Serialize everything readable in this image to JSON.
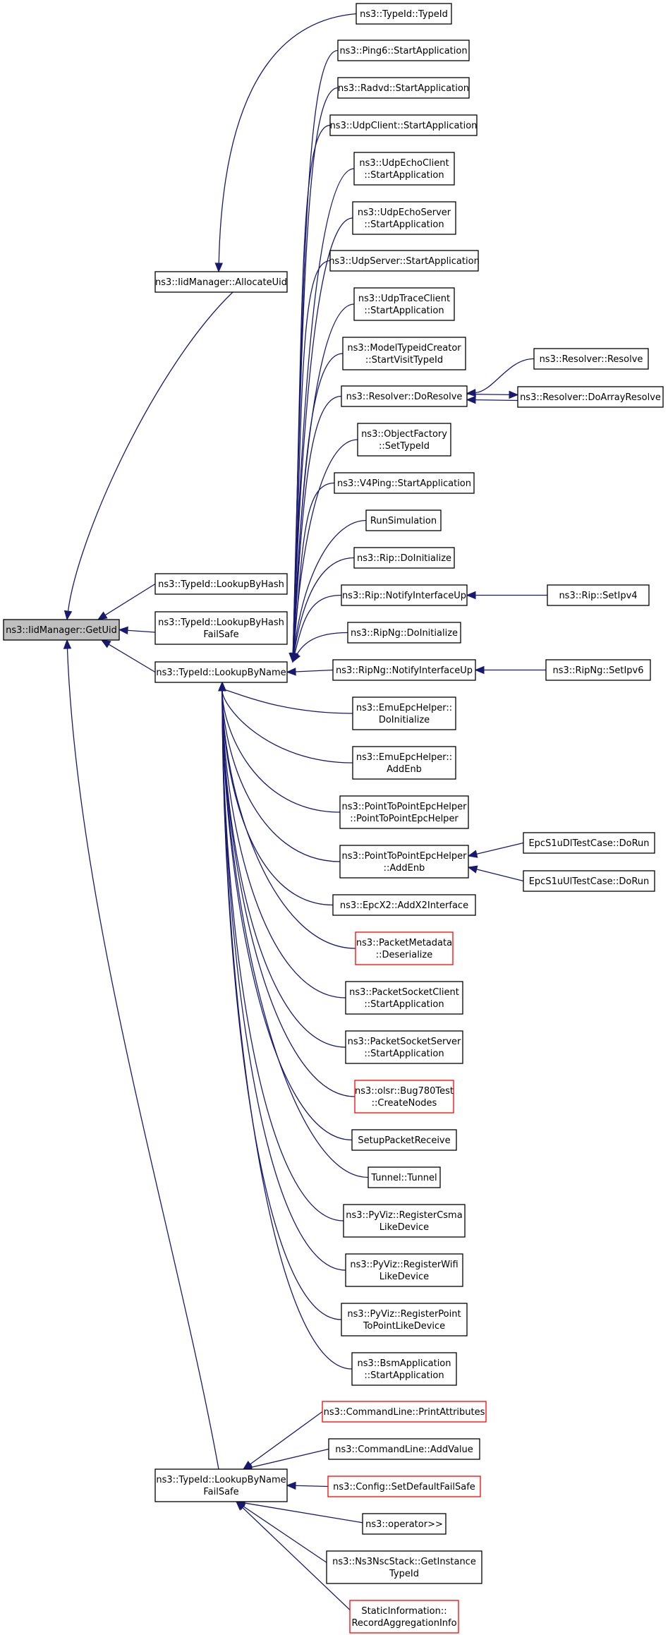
{
  "colors": {
    "edge": "#191970",
    "root_fill": "#bfbfbf",
    "highlight_border": "#ff0000"
  },
  "nodes": [
    {
      "id": "getuid",
      "lines": [
        "ns3::IidManager::GetUid"
      ],
      "root": true
    },
    {
      "id": "allocateuid",
      "lines": [
        "ns3::IidManager::AllocateUid"
      ]
    },
    {
      "id": "lookupbyhash",
      "lines": [
        "ns3::TypeId::LookupByHash"
      ]
    },
    {
      "id": "lookupbyhashfailsafe",
      "lines": [
        "ns3::TypeId::LookupByHash",
        "FailSafe"
      ]
    },
    {
      "id": "lookupbyname",
      "lines": [
        "ns3::TypeId::LookupByName"
      ]
    },
    {
      "id": "lookupbynamefailsafe",
      "lines": [
        "ns3::TypeId::LookupByName",
        "FailSafe"
      ]
    },
    {
      "id": "typeid_typeid",
      "lines": [
        "ns3::TypeId::TypeId"
      ]
    },
    {
      "id": "ping6",
      "lines": [
        "ns3::Ping6::StartApplication"
      ]
    },
    {
      "id": "radvd",
      "lines": [
        "ns3::Radvd::StartApplication"
      ]
    },
    {
      "id": "udpclient",
      "lines": [
        "ns3::UdpClient::StartApplication"
      ]
    },
    {
      "id": "udpechoclient",
      "lines": [
        "ns3::UdpEchoClient",
        "::StartApplication"
      ]
    },
    {
      "id": "udpechoserver",
      "lines": [
        "ns3::UdpEchoServer",
        "::StartApplication"
      ]
    },
    {
      "id": "udpserver",
      "lines": [
        "ns3::UdpServer::StartApplication"
      ]
    },
    {
      "id": "udptraceclient",
      "lines": [
        "ns3::UdpTraceClient",
        "::StartApplication"
      ]
    },
    {
      "id": "modeltypeid",
      "lines": [
        "ns3::ModelTypeidCreator",
        "::StartVisitTypeId"
      ]
    },
    {
      "id": "resolver_doresolve",
      "lines": [
        "ns3::Resolver::DoResolve"
      ]
    },
    {
      "id": "objectfactory",
      "lines": [
        "ns3::ObjectFactory",
        "::SetTypeId"
      ]
    },
    {
      "id": "v4ping",
      "lines": [
        "ns3::V4Ping::StartApplication"
      ]
    },
    {
      "id": "runsimulation",
      "lines": [
        "RunSimulation"
      ]
    },
    {
      "id": "rip_doinit",
      "lines": [
        "ns3::Rip::DoInitialize"
      ]
    },
    {
      "id": "rip_notify",
      "lines": [
        "ns3::Rip::NotifyInterfaceUp"
      ]
    },
    {
      "id": "ripng_doinit",
      "lines": [
        "ns3::RipNg::DoInitialize"
      ]
    },
    {
      "id": "ripng_notify",
      "lines": [
        "ns3::RipNg::NotifyInterfaceUp"
      ]
    },
    {
      "id": "emu_doinit",
      "lines": [
        "ns3::EmuEpcHelper::",
        "DoInitialize"
      ]
    },
    {
      "id": "emu_addenb",
      "lines": [
        "ns3::EmuEpcHelper::",
        "AddEnb"
      ]
    },
    {
      "id": "p2p_ctor",
      "lines": [
        "ns3::PointToPointEpcHelper",
        "::PointToPointEpcHelper"
      ]
    },
    {
      "id": "p2p_addenb",
      "lines": [
        "ns3::PointToPointEpcHelper",
        "::AddEnb"
      ]
    },
    {
      "id": "epcx2",
      "lines": [
        "ns3::EpcX2::AddX2Interface"
      ]
    },
    {
      "id": "packetmetadata",
      "lines": [
        "ns3::PacketMetadata",
        "::Deserialize"
      ],
      "red": true
    },
    {
      "id": "psclient",
      "lines": [
        "ns3::PacketSocketClient",
        "::StartApplication"
      ]
    },
    {
      "id": "psserver",
      "lines": [
        "ns3::PacketSocketServer",
        "::StartApplication"
      ]
    },
    {
      "id": "olsr",
      "lines": [
        "ns3::olsr::Bug780Test",
        "::CreateNodes"
      ],
      "red": true
    },
    {
      "id": "setuppacket",
      "lines": [
        "SetupPacketReceive"
      ]
    },
    {
      "id": "tunnel",
      "lines": [
        "Tunnel::Tunnel"
      ]
    },
    {
      "id": "pyviz_csma",
      "lines": [
        "ns3::PyViz::RegisterCsma",
        "LikeDevice"
      ]
    },
    {
      "id": "pyviz_wifi",
      "lines": [
        "ns3::PyViz::RegisterWifi",
        "LikeDevice"
      ]
    },
    {
      "id": "pyviz_p2p",
      "lines": [
        "ns3::PyViz::RegisterPoint",
        "ToPointLikeDevice"
      ]
    },
    {
      "id": "bsm",
      "lines": [
        "ns3::BsmApplication",
        "::StartApplication"
      ]
    },
    {
      "id": "resolver_resolve",
      "lines": [
        "ns3::Resolver::Resolve"
      ]
    },
    {
      "id": "resolver_doarray",
      "lines": [
        "ns3::Resolver::DoArrayResolve"
      ]
    },
    {
      "id": "rip_setipv4",
      "lines": [
        "ns3::Rip::SetIpv4"
      ]
    },
    {
      "id": "ripng_setipv6",
      "lines": [
        "ns3::RipNg::SetIpv6"
      ]
    },
    {
      "id": "epcs1udl",
      "lines": [
        "EpcS1uDlTestCase::DoRun"
      ]
    },
    {
      "id": "epcs1uul",
      "lines": [
        "EpcS1uUlTestCase::DoRun"
      ]
    },
    {
      "id": "cmd_printattr",
      "lines": [
        "ns3::CommandLine::PrintAttributes"
      ],
      "red": true
    },
    {
      "id": "cmd_addvalue",
      "lines": [
        "ns3::CommandLine::AddValue"
      ]
    },
    {
      "id": "config_setdefault",
      "lines": [
        "ns3::Config::SetDefaultFailSafe"
      ],
      "red": true
    },
    {
      "id": "operator_rshift",
      "lines": [
        "ns3::operator>>"
      ]
    },
    {
      "id": "nsc_getinstance",
      "lines": [
        "ns3::Ns3NscStack::GetInstance",
        "TypeId"
      ]
    },
    {
      "id": "staticinfo",
      "lines": [
        "StaticInformation::",
        "RecordAggregationInfo"
      ],
      "red": true
    }
  ]
}
